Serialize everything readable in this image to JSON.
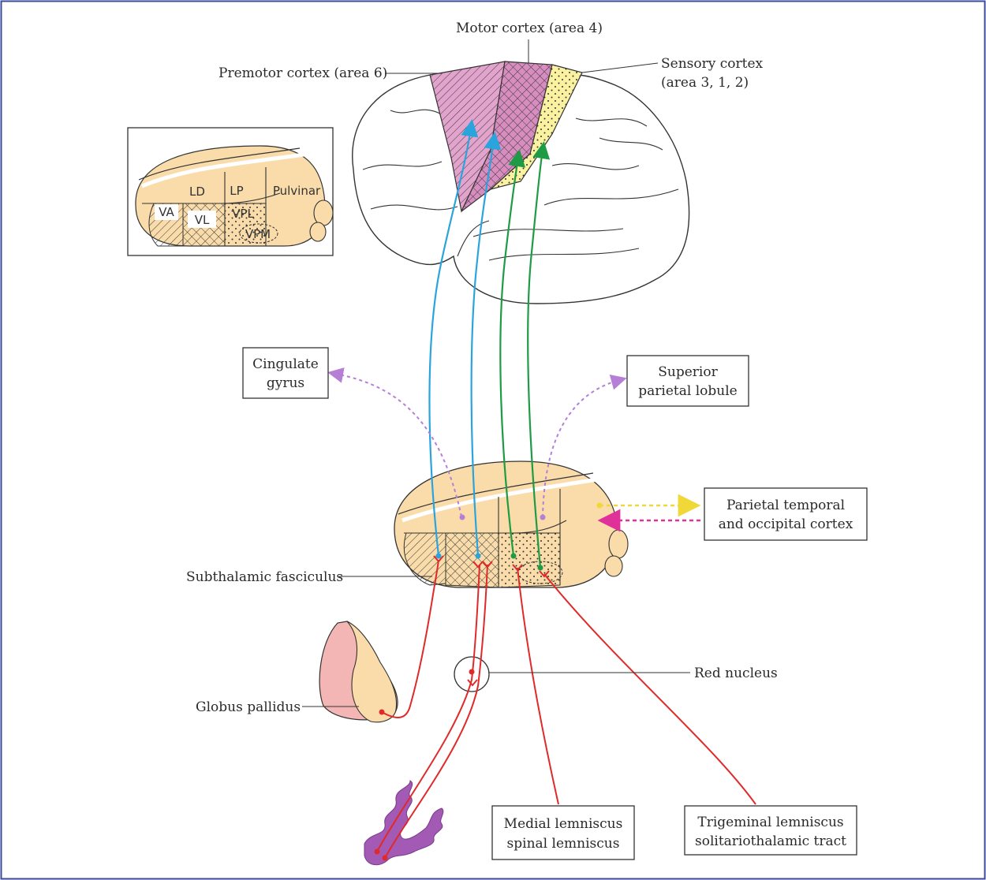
{
  "labels": {
    "motor_cortex": "Motor cortex (area 4)",
    "premotor_cortex": "Premotor cortex (area 6)",
    "sensory_cortex_line1": "Sensory cortex",
    "sensory_cortex_line2": "(area 3, 1, 2)",
    "subthalamic_fasciculus": "Subthalamic fasciculus",
    "globus_pallidus": "Globus pallidus",
    "red_nucleus": "Red nucleus"
  },
  "boxes": {
    "cingulate_gyrus": [
      "Cingulate",
      "gyrus"
    ],
    "superior_parietal_lobule": [
      "Superior",
      "parietal lobule"
    ],
    "parietal_temporal_occipital": [
      "Parietal temporal",
      "and occipital cortex"
    ],
    "medial_lemniscus": [
      "Medial lemniscus",
      "spinal lemniscus"
    ],
    "trigeminal_lemniscus": [
      "Trigeminal lemniscus",
      "solitariothalamic tract"
    ]
  },
  "inset_nuclei": {
    "ld": "LD",
    "lp": "LP",
    "pulvinar": "Pulvinar",
    "va": "VA",
    "vl": "VL",
    "vpl": "VPL",
    "vpm": "VPM"
  },
  "colors": {
    "frame": "#3b4a9e",
    "thalamus_fill": "#f9dcaa",
    "motor_projection": "#2aa4dc",
    "sensory_projection": "#1f9b45",
    "afferent": "#e02a2a",
    "cingulate_parietal_link": "#b57fd6",
    "efferent_to_association": "#f0d838",
    "afferent_from_association": "#e0309a",
    "premotor_fill": "#e2a3cc",
    "sensory_fill": "#faf2a0",
    "globus_pallidus_fill": "#f4b6b4",
    "cerebellar_nucleus": "#a25ab5"
  }
}
